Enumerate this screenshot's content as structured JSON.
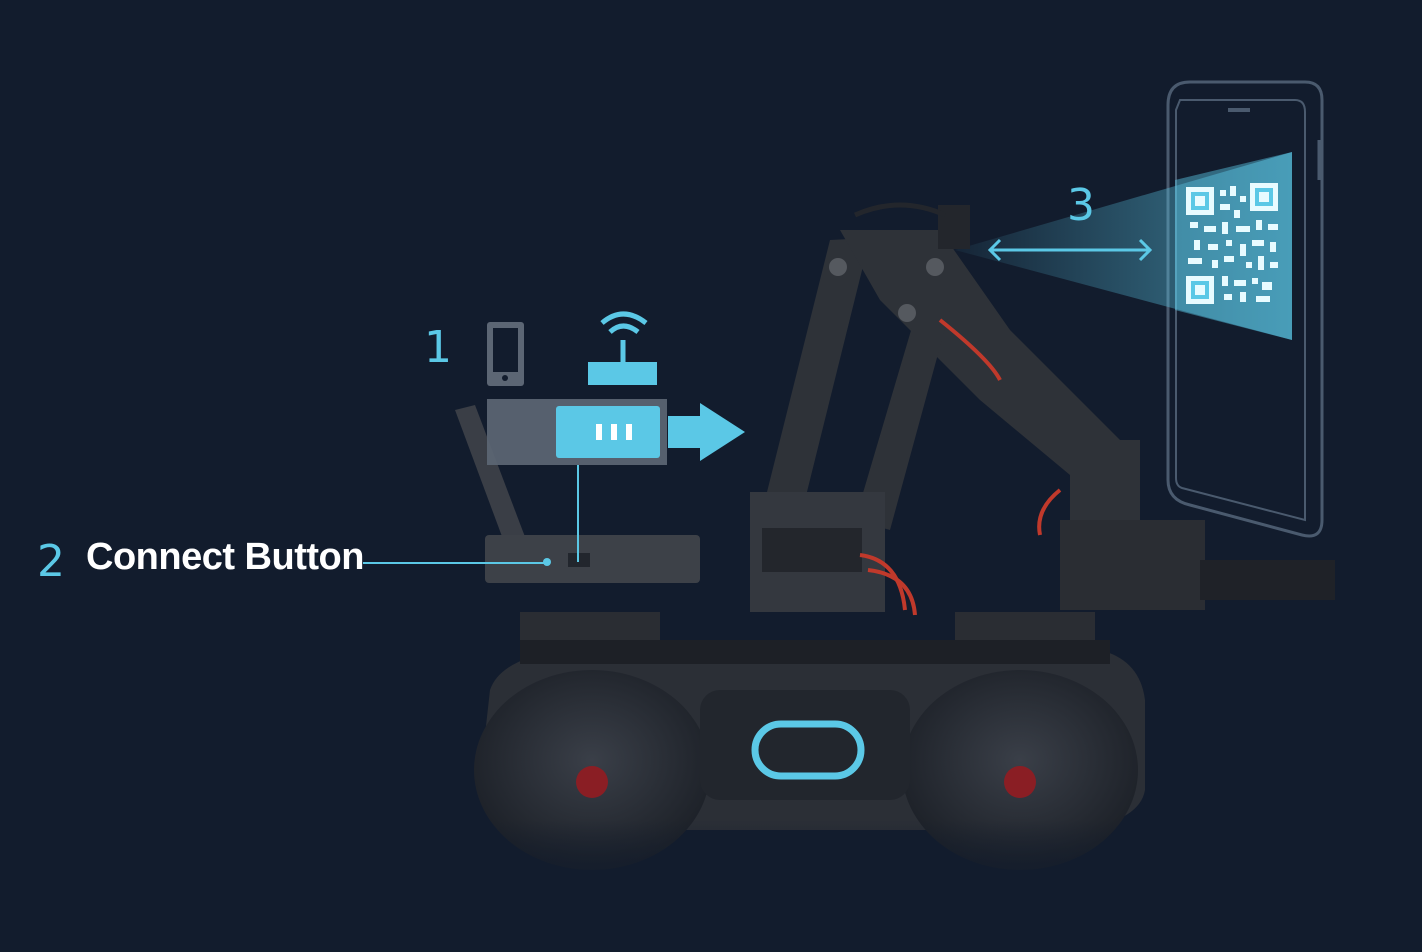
{
  "steps": [
    {
      "number": "1"
    },
    {
      "number": "2",
      "label": "Connect Button"
    },
    {
      "number": "3"
    }
  ],
  "colors": {
    "background": "#121c2d",
    "accent": "#5bc8e6",
    "robot_body": "#2b2f36",
    "robot_cable": "#c0392b"
  },
  "icons": [
    "smartphone-icon",
    "wifi-router-icon",
    "arrow-right-icon",
    "qr-code-icon"
  ]
}
